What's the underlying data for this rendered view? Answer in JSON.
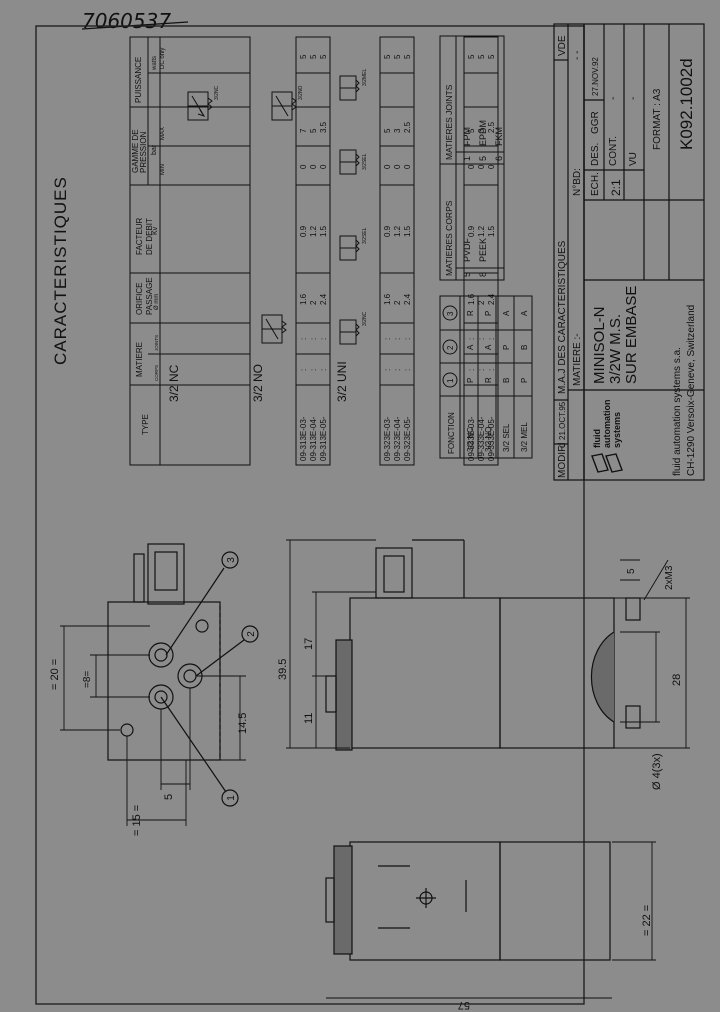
{
  "doc_number": "7060537",
  "section_title": "CARACTERISTIQUES",
  "spec_table": {
    "headers": {
      "type": "TYPE",
      "matiere": "MATIERE",
      "orifice": [
        "ORIFICE",
        "PASSAGE"
      ],
      "facteur": [
        "FACTEUR",
        "DE DEBIT"
      ],
      "gamme": [
        "GAMME DE",
        "PRESSION"
      ],
      "puissance": "PUISSANCE"
    },
    "subheaders": {
      "corps": "CORPS",
      "joints": "JOINTS",
      "diam": "Ø mm",
      "kv": "Kv",
      "bar": "bar",
      "min": "MIN",
      "max": "MAX",
      "watts": "watts",
      "dc_only": "DC only"
    },
    "groups": [
      {
        "name": "3/2 NC",
        "symbol_label": "3/2NC",
        "rows": [
          {
            "type": "09-313E-03-",
            "corps": ":",
            "joints": ":",
            "orifice": "1.6",
            "kv": "0.9",
            "min": "0",
            "max": "7",
            "dc": "5"
          },
          {
            "type": "09-313E-04-",
            "corps": ":",
            "joints": ":",
            "orifice": "2",
            "kv": "1.2",
            "min": "0",
            "max": "5",
            "dc": "5"
          },
          {
            "type": "09-313E-05-",
            "corps": ":",
            "joints": ":",
            "orifice": "2.4",
            "kv": "1.5",
            "min": "0",
            "max": "3.5",
            "dc": "5"
          }
        ]
      },
      {
        "name": "3/2 NO",
        "symbol_label": "3/2NO",
        "rows": [
          {
            "type": "09-323E-03-",
            "corps": ":",
            "joints": ":",
            "orifice": "1.6",
            "kv": "0.9",
            "min": "0",
            "max": "5",
            "dc": "5"
          },
          {
            "type": "09-323E-04-",
            "corps": ":",
            "joints": ":",
            "orifice": "2",
            "kv": "1.2",
            "min": "0",
            "max": "3",
            "dc": "5"
          },
          {
            "type": "09-323E-05-",
            "corps": ":",
            "joints": ":",
            "orifice": "2.4",
            "kv": "1.5",
            "min": "0",
            "max": "2.5",
            "dc": "5"
          }
        ]
      },
      {
        "name": "3/2 UNI",
        "symbol_labels": [
          "3/2NC",
          "3/2SEL",
          "3/2MEL"
        ],
        "rows": [
          {
            "type": "09-333E-03-",
            "corps": ":",
            "joints": ":",
            "orifice": "1.6",
            "kv": "0.9",
            "min": "0",
            "max": "5",
            "dc": "5"
          },
          {
            "type": "09-333E-04-",
            "corps": ":",
            "joints": ":",
            "orifice": "2",
            "kv": "1.2",
            "min": "0",
            "max": "3",
            "dc": "5"
          },
          {
            "type": "09-333E-05-",
            "corps": ":",
            "joints": ":",
            "orifice": "2.4",
            "kv": "1.5",
            "min": "0",
            "max": "2.5",
            "dc": "5"
          }
        ]
      }
    ]
  },
  "fonction_table": {
    "header": "FONCTION",
    "ports": [
      "1",
      "2",
      "3"
    ],
    "rows": [
      {
        "name": "3/2 NC",
        "v": [
          "P",
          "A",
          "R"
        ]
      },
      {
        "name": "3/2 NO",
        "v": [
          "R",
          "A",
          "P"
        ]
      },
      {
        "name": "3/2 SEL",
        "v": [
          "B",
          "P",
          "A"
        ]
      },
      {
        "name": "3/2 MEL",
        "v": [
          "P",
          "B",
          "A"
        ]
      }
    ]
  },
  "materials_table": {
    "corps_header": "MATIERES CORPS",
    "joints_header": "MATIERES JOINTS",
    "corps": [
      {
        "code": "5",
        "name": "PVDF"
      },
      {
        "code": "8",
        "name": "PEEK"
      }
    ],
    "joints": [
      {
        "code": "1",
        "name": "FPM"
      },
      {
        "code": "5",
        "name": "EPDM"
      },
      {
        "code": "6",
        "name": "FKM"
      }
    ]
  },
  "title_block": {
    "modif_label": "MODIF.",
    "modif_rev": "d",
    "modif_date": "21.OCT.95",
    "modif_desc": "M.A.J DES CARACTERISTIQUES",
    "modif_by": "VDE",
    "matiere_label": "MATIERE :-",
    "nbd_label": "N°BD:",
    "nbd_value": "- -",
    "title_lines": [
      "MINISOL-N",
      "3/2W M.S.",
      "SUR EMBASE"
    ],
    "ech_label": "ECH.",
    "ech_value": "2:1",
    "des_label": "DES.",
    "des_by": "GGR",
    "des_date": "27.NOV.92",
    "cont_label": "CONT.",
    "cont_value": "-",
    "vu_label": "VU",
    "vu_value": "-",
    "format_label": "FORMAT : A3",
    "drawing_number": "K092.1002d",
    "company_logo": [
      "fluid",
      "automation",
      "systems"
    ],
    "company_line1": "fluid automation systems s.a.",
    "company_line2": "CH-1290 Versoix-Geneve, Switzerland"
  },
  "dimensions": {
    "d20": "= 20 =",
    "d8": "=8=",
    "d14_5": "14.5",
    "d5": "5",
    "d15": "= 15 =",
    "d39_5": "39.5",
    "d17": "17",
    "d11": "11",
    "d28": "28",
    "phi4": "Ø 4(3x)",
    "m3": "2xM3",
    "d22": "= 22 =",
    "d57": "57",
    "port_labels": [
      "1",
      "2",
      "3"
    ]
  }
}
